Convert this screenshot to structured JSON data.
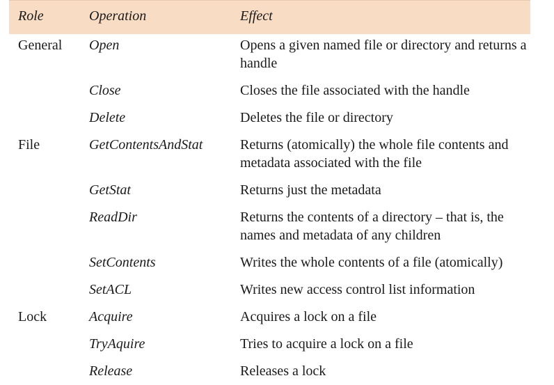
{
  "header": {
    "role": "Role",
    "operation": "Operation",
    "effect": "Effect"
  },
  "rows": [
    {
      "role": "General",
      "operation": "Open",
      "effect": "Opens a given named file or directory and returns a handle"
    },
    {
      "role": "",
      "operation": "Close",
      "effect": "Closes the file associated with the handle"
    },
    {
      "role": "",
      "operation": "Delete",
      "effect": "Deletes the file or directory"
    },
    {
      "role": "File",
      "operation": "GetContentsAndStat",
      "effect": "Returns (atomically) the whole file contents and metadata associated with the file"
    },
    {
      "role": "",
      "operation": "GetStat",
      "effect": "Returns just the metadata"
    },
    {
      "role": "",
      "operation": "ReadDir",
      "effect": "Returns the contents of a directory – that is, the names and metadata of any children"
    },
    {
      "role": "",
      "operation": "SetContents",
      "effect": "Writes the whole contents of a file (atomically)"
    },
    {
      "role": "",
      "operation": "SetACL",
      "effect": "Writes new access control list information"
    },
    {
      "role": "Lock",
      "operation": "Acquire",
      "effect": "Acquires a lock on a file"
    },
    {
      "role": "",
      "operation": "TryAquire",
      "effect": "Tries to acquire a lock on a file"
    },
    {
      "role": "",
      "operation": "Release",
      "effect": "Releases a lock"
    }
  ]
}
